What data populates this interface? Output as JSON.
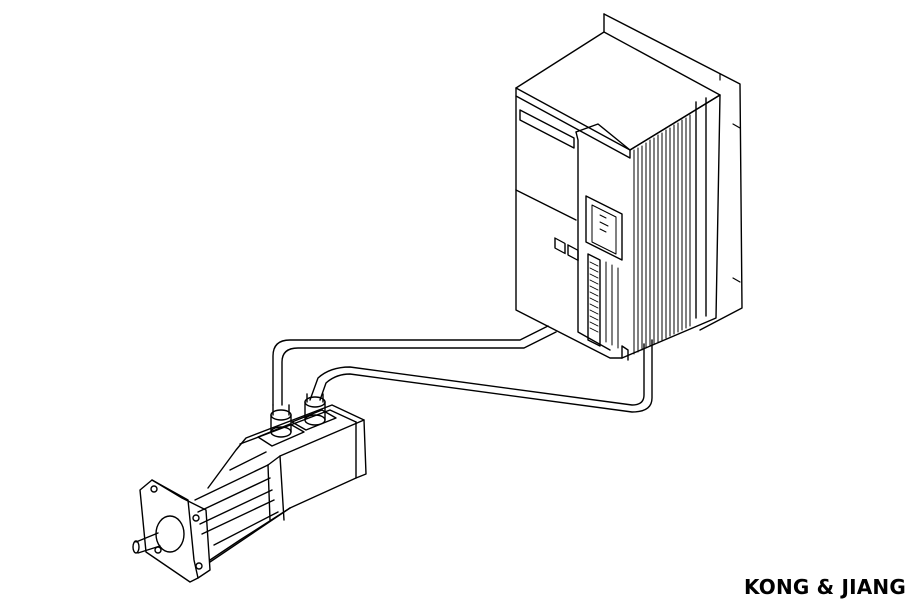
{
  "brand": {
    "text": "KONG & JIANG"
  },
  "diagram": {
    "components": [
      "servo-drive",
      "servo-motor",
      "power-cable",
      "encoder-cable"
    ],
    "line_color": "#000000",
    "background": "#ffffff"
  }
}
